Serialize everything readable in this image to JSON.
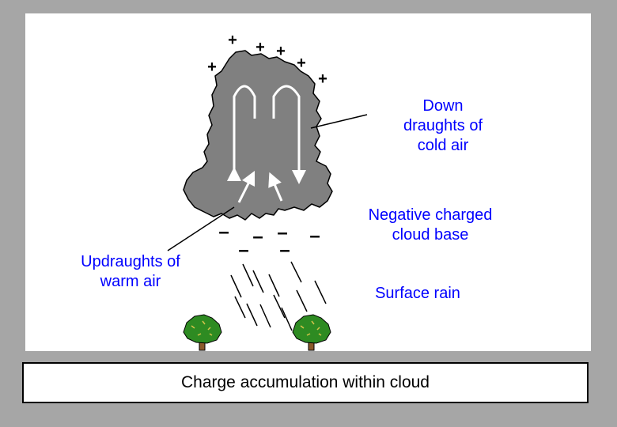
{
  "labels": {
    "downdraughts": "Down\ndraughts of\ncold air",
    "negative_base": "Negative charged\ncloud base",
    "updraughts": "Updraughts of\nwarm air",
    "surface_rain": "Surface rain"
  },
  "symbols": {
    "positive": "+",
    "negative": "–"
  },
  "caption": "Charge accumulation within cloud",
  "colors": {
    "cloud": "#808080",
    "label_text": "#0000ff",
    "frame": "#a6a6a6",
    "tree_foliage": "#2e8b22",
    "tree_trunk": "#8b5a2b"
  },
  "icons": [
    "cloud",
    "tree",
    "rain-streak",
    "arrow"
  ]
}
